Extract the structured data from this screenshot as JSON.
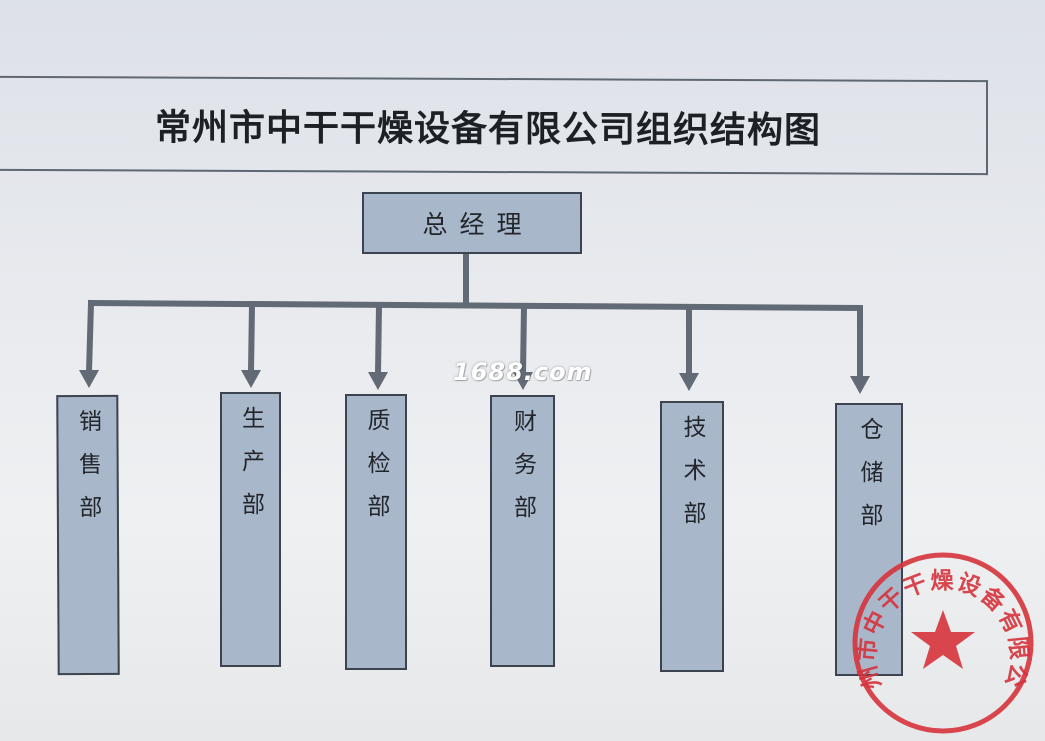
{
  "title": "常州市中干干燥设备有限公司组织结构图",
  "root": {
    "label": "总经理"
  },
  "departments": [
    {
      "id": "sales",
      "label": "销售部"
    },
    {
      "id": "production",
      "label": "生产部"
    },
    {
      "id": "quality",
      "label": "质检部"
    },
    {
      "id": "finance",
      "label": "财务部"
    },
    {
      "id": "technology",
      "label": "技术部"
    },
    {
      "id": "warehouse",
      "label": "仓储部"
    }
  ],
  "watermark": "1688.com",
  "seal": {
    "text": "常州市中干干燥设备有限公司",
    "color": "#d6333b"
  },
  "colors": {
    "box_fill": "#a9b7cb",
    "line": "#616a75"
  }
}
